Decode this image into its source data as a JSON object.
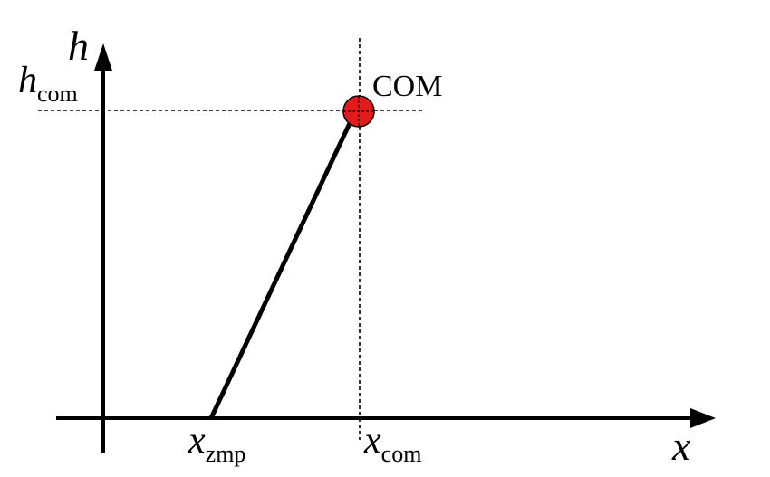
{
  "diagram": {
    "axes": {
      "vertical_label": "h",
      "horizontal_label": "x"
    },
    "height_marker": {
      "base": "h",
      "subscript": "com"
    },
    "x_markers": [
      {
        "base": "x",
        "subscript": "zmp"
      },
      {
        "base": "x",
        "subscript": "com"
      }
    ],
    "com_label": "COM",
    "colors": {
      "com_point": "#e31b1b",
      "lines": "#000000"
    }
  }
}
